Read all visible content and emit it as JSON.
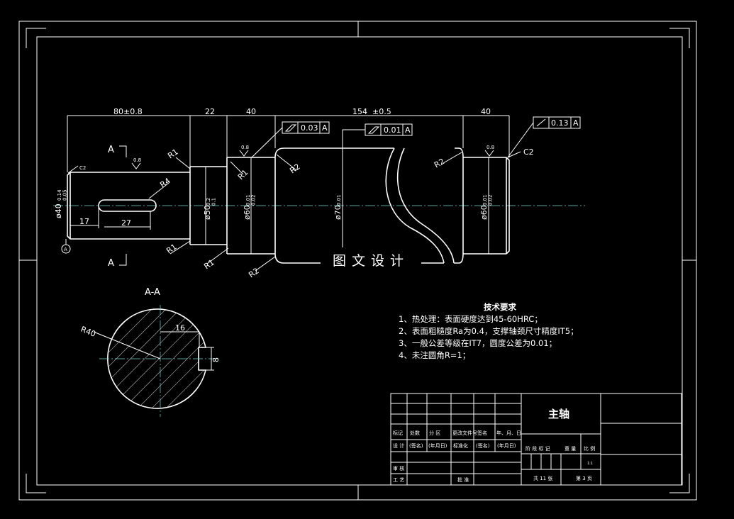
{
  "dimensions": {
    "len_80": "80±0.8",
    "len_22": "22",
    "len_40a": "40",
    "len_154": "154",
    "len_154_tol": "±0.5",
    "len_40b": "40",
    "len_17": "17",
    "len_27": "27",
    "len_16": "16",
    "len_8": "8",
    "d40": "ø40",
    "d40_tol": "0.14\n0.05",
    "d50": "ø50",
    "d50_tol": "0.2\n0.1",
    "d60a": "ø60",
    "d60a_tol": "0.01\n0.02",
    "d70": "ø70",
    "d70_tol": "0.01",
    "d60b": "ø60",
    "d60b_tol": "0.01\n0.02"
  },
  "labels": {
    "section_a_top": "A",
    "section_a_bottom": "A",
    "section_title": "A-A",
    "datum": "A",
    "chamfer_left": "C2",
    "chamfer_right": "C2",
    "r40": "R40",
    "r4": "R4",
    "r1_top": "R1",
    "r1_mid": "R1",
    "r1_bottom": "R1",
    "r1_step": "R1",
    "r2_a": "R2",
    "r2_b": "R2",
    "r2_c": "R2",
    "roughness": "0.8"
  },
  "tolerance_frames": [
    {
      "value": "0.03",
      "datum": "A"
    },
    {
      "value": "0.01",
      "datum": "A"
    },
    {
      "value": "0.13",
      "datum": "A"
    }
  ],
  "requirements": {
    "title": "技术要求",
    "items": [
      "1、热处理：表面硬度达到45-60HRC；",
      "2、表面粗糙度Ra为0.4，支撑轴颈尺寸精度IT5；",
      "3、一般公差等级在IT7，圆度公差为0.01；",
      "4、未注圆角R=1；"
    ]
  },
  "title_block": {
    "part_name": "主轴",
    "row_labels": [
      "标记",
      "处数",
      "分 区",
      "更改文件号",
      "签名",
      "年、月、日"
    ],
    "design_row": [
      "设 计",
      "(签名)",
      "(年月日)",
      "标准化",
      "(签名)",
      "(年月日)"
    ],
    "stage_labels": [
      "阶 段 标 记",
      "重 量",
      "比 例"
    ],
    "scale": "1:1",
    "review": "审 核",
    "process": "工 艺",
    "approve": "批 准",
    "total_sheets": "共 11 张",
    "sheet_no": "第 3 页"
  },
  "watermark": "图文设计"
}
